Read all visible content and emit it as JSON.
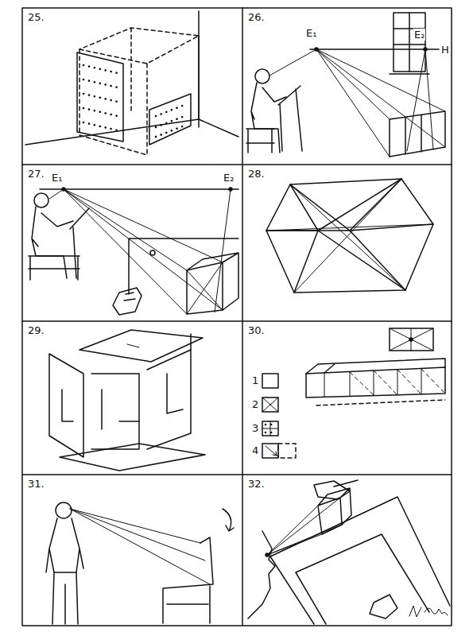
{
  "diagram": {
    "labels": [
      "25.",
      "26.",
      "E₁",
      "E₂",
      "H",
      "27.",
      "E₁",
      "E₂",
      "28.",
      "29.",
      "30.",
      "1",
      "2",
      "3",
      "4",
      "31.",
      "32."
    ]
  }
}
